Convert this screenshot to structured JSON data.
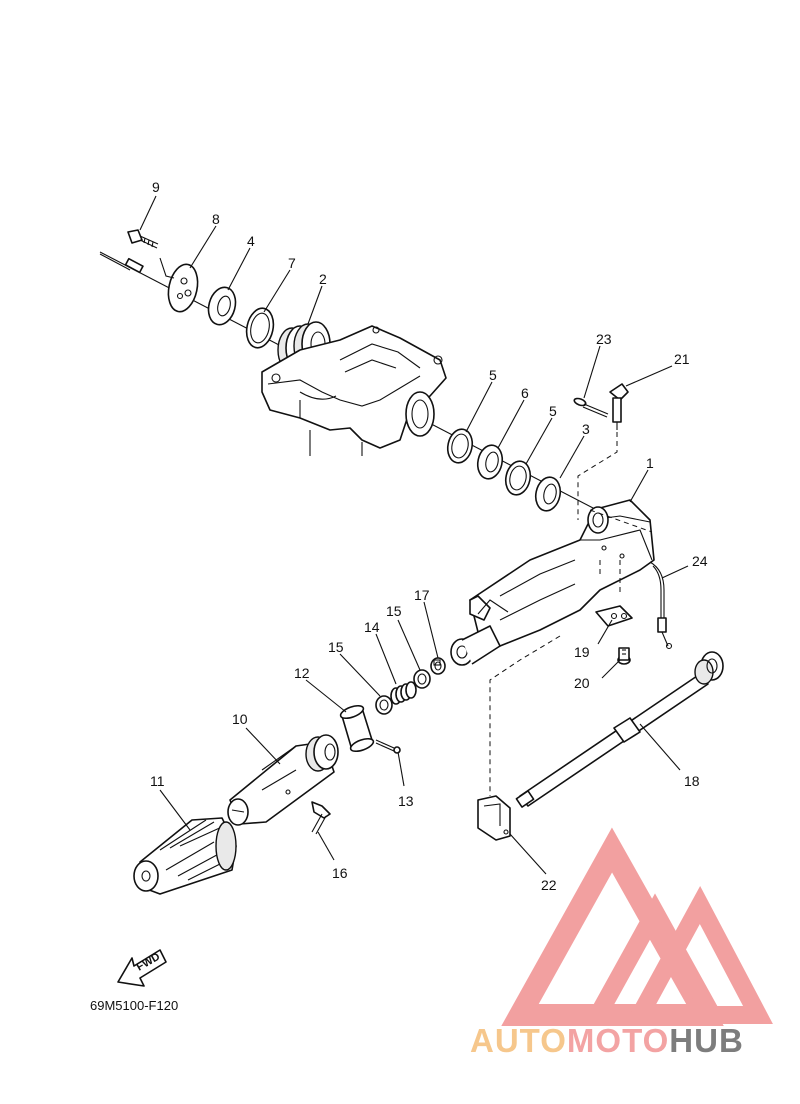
{
  "diagram": {
    "drawing_code": "69M5100-F120",
    "direction_label": "FWD",
    "callouts": {
      "c1": "1",
      "c2": "2",
      "c3": "3",
      "c4": "4",
      "c5a": "5",
      "c5b": "5",
      "c6": "6",
      "c7": "7",
      "c8": "8",
      "c9": "9",
      "c10": "10",
      "c11": "11",
      "c12": "12",
      "c13": "13",
      "c14": "14",
      "c15a": "15",
      "c15b": "15",
      "c16": "16",
      "c17": "17",
      "c18": "18",
      "c19": "19",
      "c20": "20",
      "c21": "21",
      "c22": "22",
      "c23": "23",
      "c24": "24"
    }
  },
  "watermark": {
    "brand_part1": "AUTO",
    "brand_part2": "MOTO",
    "brand_part3": "HUB",
    "colors": {
      "auto": "#f6c78c",
      "moto": "#f3a3a3",
      "hub": "#7d7d7d",
      "logo": "#f29b9b"
    }
  }
}
